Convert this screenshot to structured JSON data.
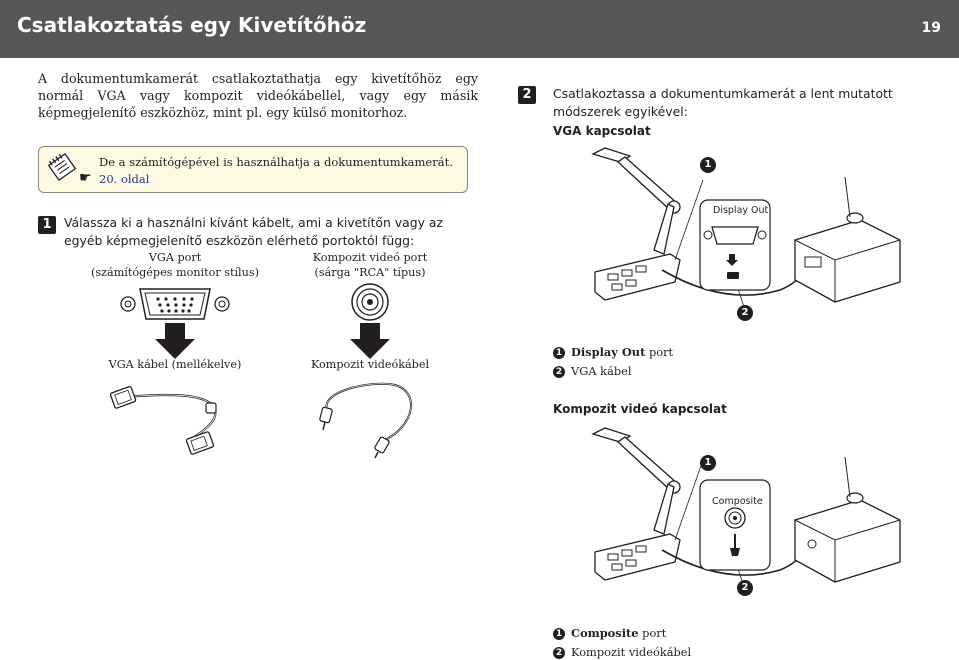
{
  "header": {
    "title": "Csatlakoztatás egy Kivetítőhöz",
    "page_number": "19"
  },
  "intro": "A dokumentumkamerát csatlakoztathatja egy kivetítőhöz egy normál VGA vagy kompozit videókábellel, vagy egy másik képmegjelenítő eszközhöz, mint pl. egy külső monitorhoz.",
  "note": {
    "text": "De a számítógépével is használhatja a dokumentumkamerát.",
    "link": "20. oldal"
  },
  "step1": {
    "number": "1",
    "text": "Válassza ki a használni kívánt kábelt, ami a kivetítőn vagy az egyéb képmegjelenítő eszközön elérhető portoktól függ:",
    "vga_port_line1": "VGA port",
    "vga_port_line2": "(számítógépes monitor stílus)",
    "comp_port_line1": "Kompozit videó port",
    "comp_port_line2": "(sárga \"RCA\" típus)",
    "vga_cable": "VGA kábel (mellékelve)",
    "comp_cable": "Kompozit videókábel"
  },
  "step2": {
    "number": "2",
    "text": "Csatlakoztassa a dokumentumkamerát a lent mutatott módszerek egyikével:",
    "vga_heading": "VGA kapcsolat",
    "vga_diagram_port_label": "Display Out",
    "vga_legend": [
      {
        "n": "1",
        "bold": "Display Out",
        "rest": " port"
      },
      {
        "n": "2",
        "bold": "",
        "rest": "VGA kábel"
      }
    ],
    "comp_heading": "Kompozit videó kapcsolat",
    "comp_diagram_port_label": "Composite",
    "comp_legend": [
      {
        "n": "1",
        "bold": "Composite",
        "rest": " port"
      },
      {
        "n": "2",
        "bold": "",
        "rest": "Kompozit videókábel"
      }
    ]
  }
}
